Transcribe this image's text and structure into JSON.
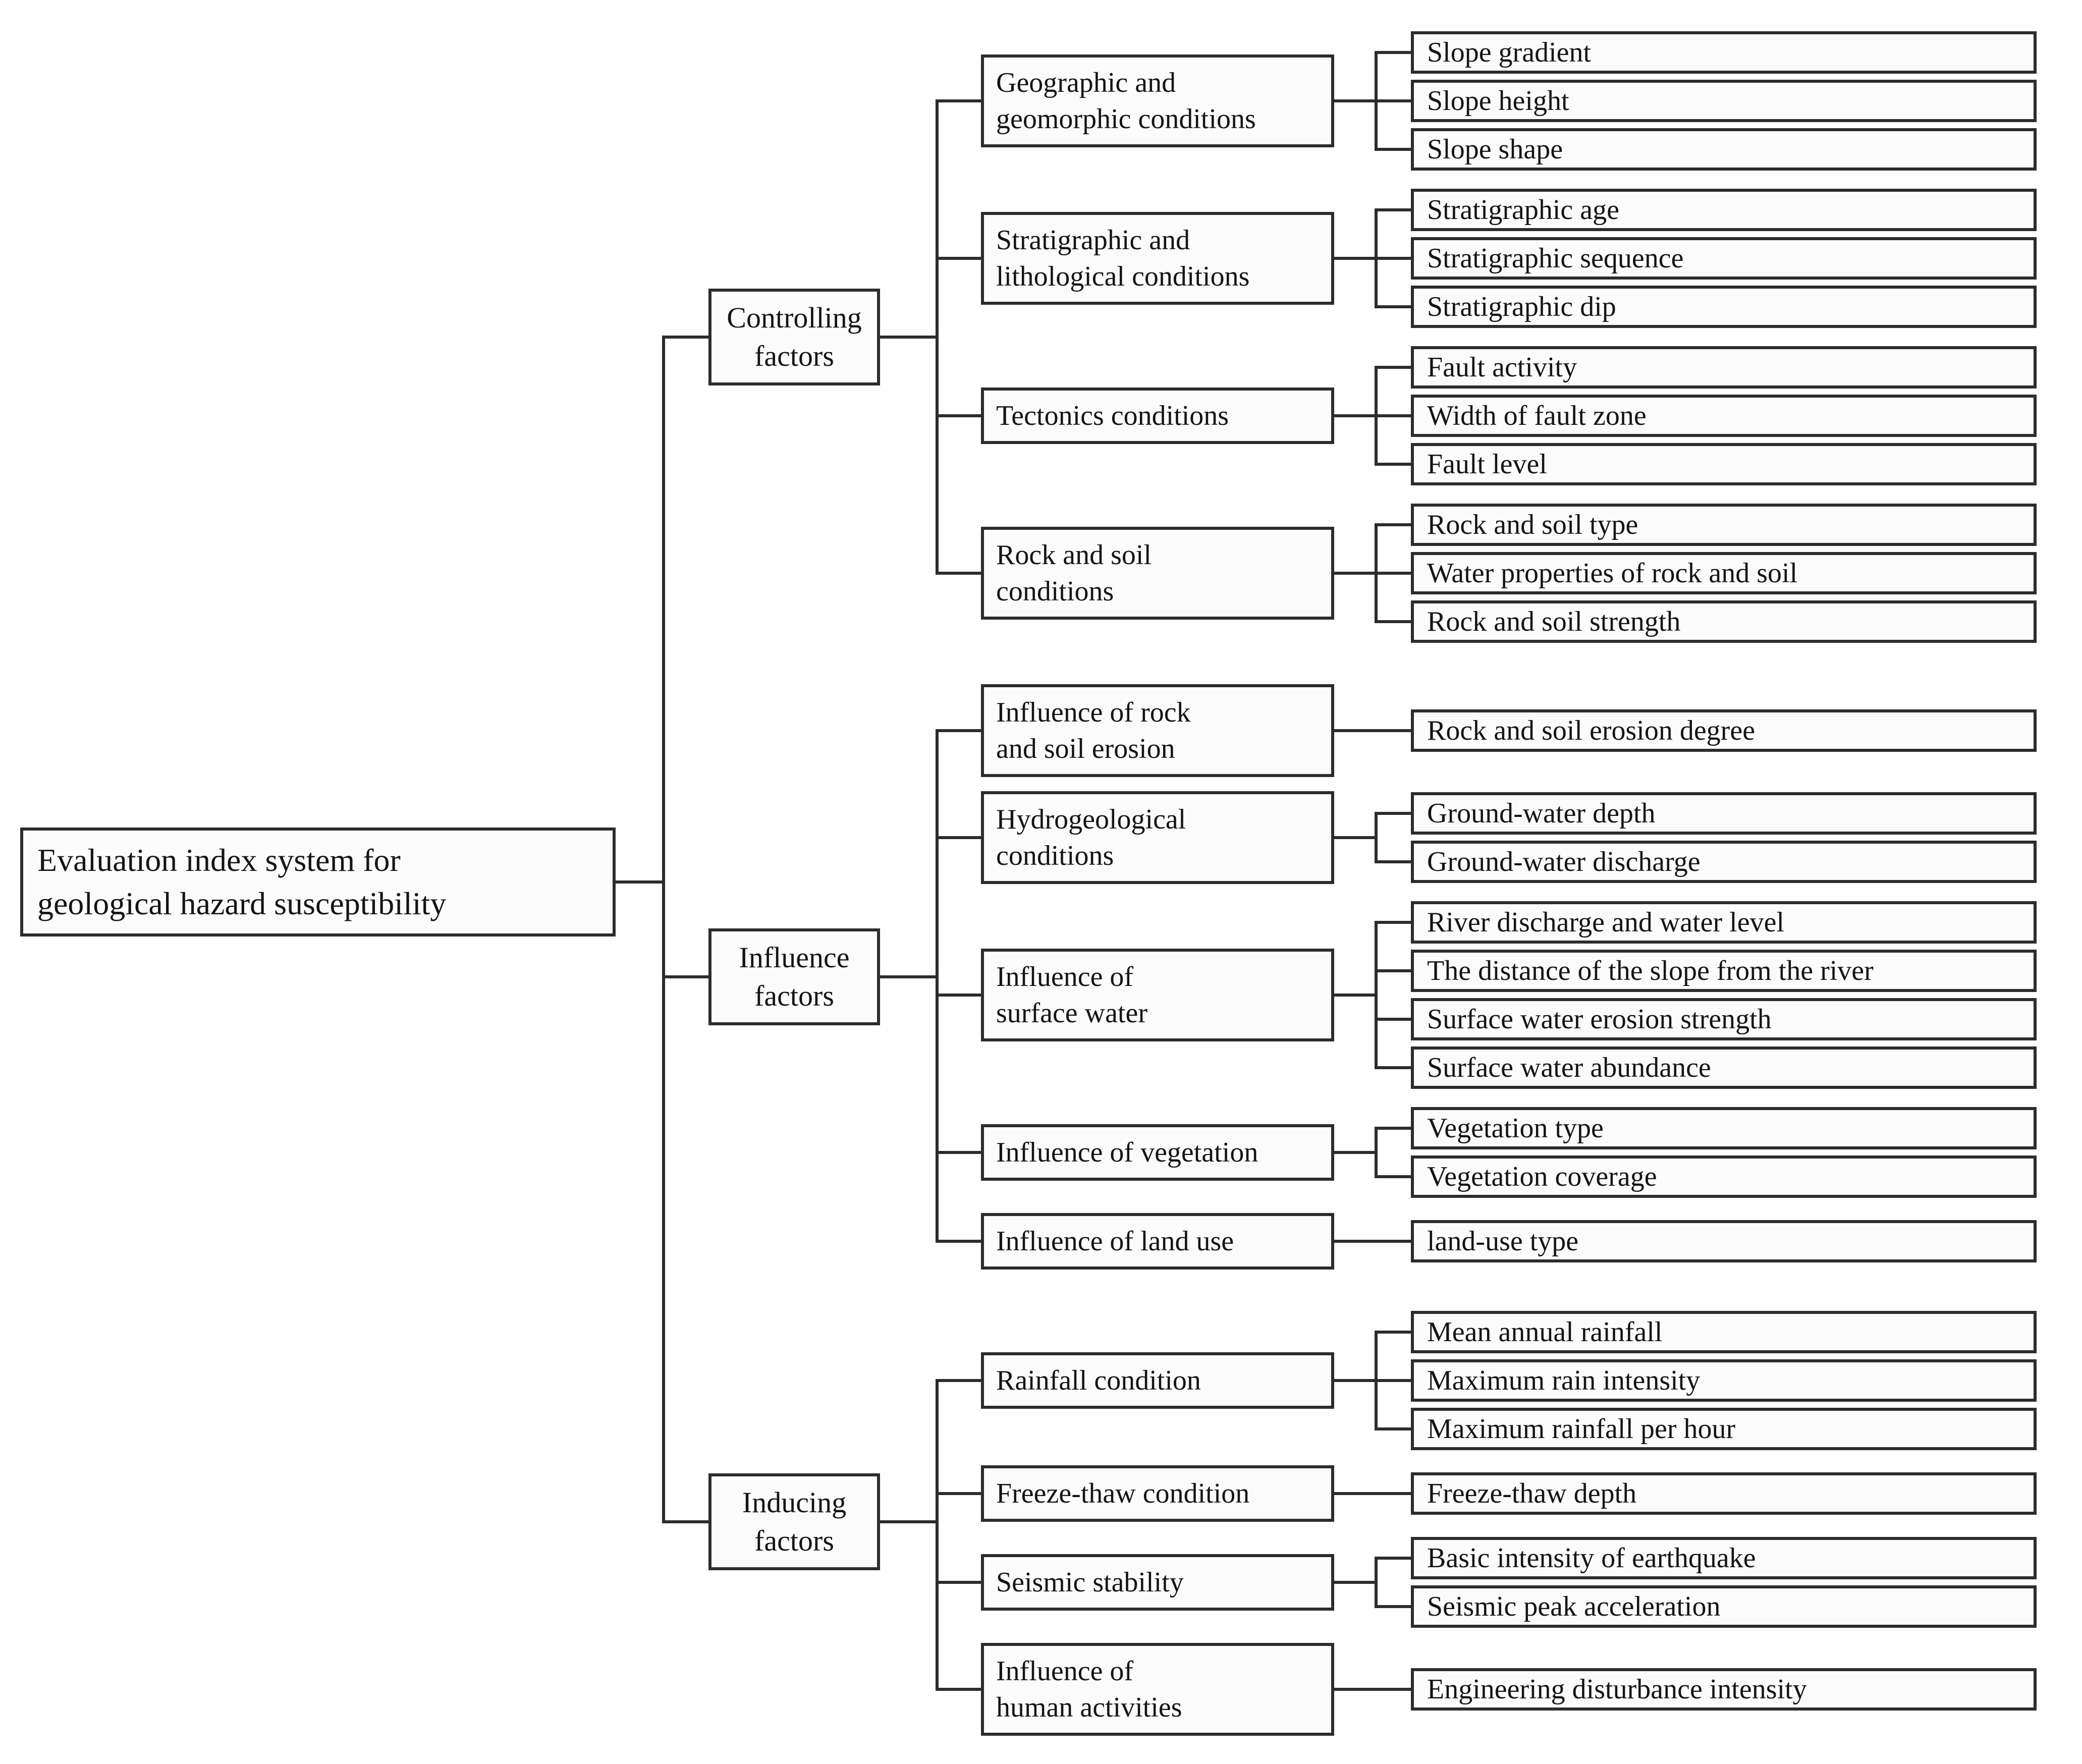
{
  "figure": {
    "title_hint": "Evaluation index system hierarchy diagram",
    "root": {
      "label": "Evaluation index system for\ngeological hazard susceptibility"
    },
    "groups": [
      {
        "label": "Controlling\nfactors",
        "children": [
          {
            "label": "Geographic and\ngeomorphic conditions",
            "leaves": [
              "Slope gradient",
              "Slope height",
              "Slope shape"
            ]
          },
          {
            "label": "Stratigraphic and\nlithological conditions",
            "leaves": [
              "Stratigraphic age",
              "Stratigraphic sequence",
              "Stratigraphic dip"
            ]
          },
          {
            "label": "Tectonics conditions",
            "leaves": [
              "Fault activity",
              "Width of fault zone",
              "Fault level"
            ]
          },
          {
            "label": "Rock and soil\nconditions",
            "leaves": [
              "Rock and soil type",
              "Water properties of rock and soil",
              "Rock and soil strength"
            ]
          }
        ]
      },
      {
        "label": "Influence\nfactors",
        "children": [
          {
            "label": "Influence of rock\nand soil erosion",
            "leaves": [
              "Rock and soil erosion degree"
            ]
          },
          {
            "label": "Hydrogeological\nconditions",
            "leaves": [
              "Ground-water depth",
              "Ground-water discharge"
            ]
          },
          {
            "label": "Influence of\nsurface water",
            "leaves": [
              "River discharge and water level",
              "The distance of the slope from the river",
              "Surface water erosion strength",
              "Surface water abundance"
            ]
          },
          {
            "label": "Influence of vegetation",
            "leaves": [
              "Vegetation type",
              "Vegetation coverage"
            ]
          },
          {
            "label": "Influence of land use",
            "leaves": [
              "land-use type"
            ]
          }
        ]
      },
      {
        "label": "Inducing\nfactors",
        "children": [
          {
            "label": "Rainfall condition",
            "leaves": [
              "Mean annual rainfall",
              "Maximum rain intensity",
              "Maximum rainfall per hour"
            ]
          },
          {
            "label": "Freeze-thaw condition",
            "leaves": [
              "Freeze-thaw depth"
            ]
          },
          {
            "label": "Seismic stability",
            "leaves": [
              "Basic intensity of earthquake",
              "Seismic peak acceleration"
            ]
          },
          {
            "label": "Influence of\nhuman activities",
            "leaves": [
              "Engineering disturbance intensity"
            ]
          }
        ]
      }
    ]
  },
  "colors": {
    "line": "#2c2c2c",
    "box_border": "#2c2c2c",
    "box_background": "#fbfbfb",
    "page_background": "#fefefe",
    "text": "#141414"
  }
}
